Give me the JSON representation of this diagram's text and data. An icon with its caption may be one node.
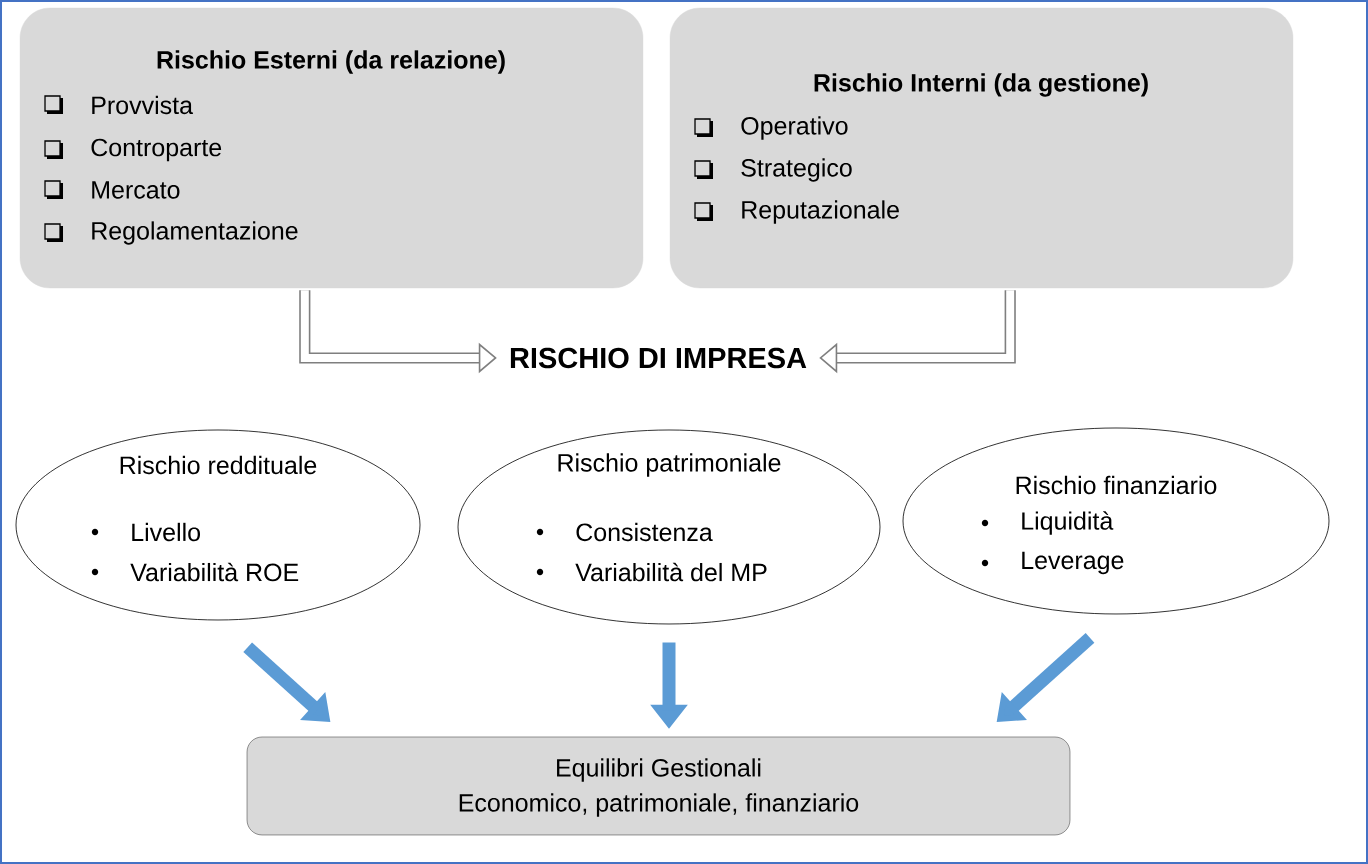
{
  "diagram": {
    "nodes": [
      {
        "text": [
          "Rischio Esterni (da relazione)",
          "Provvista",
          "Controparte",
          "Mercato",
          "Regolamentazione"
        ]
      },
      {
        "text": [
          "Rischio Interni (da gestione)",
          "Operativo",
          "Strategico",
          "Reputazionale"
        ]
      },
      {
        "text": [
          "RISCHIO DI IMPRESA"
        ]
      },
      {
        "text": [
          "Rischio reddituale",
          "Livello",
          "Variabilità ROE"
        ]
      },
      {
        "text": [
          "Rischio patrimoniale",
          "Consistenza",
          "Variabilità del MP"
        ]
      },
      {
        "text": [
          "Rischio finanziario",
          "Liquidità",
          "Leverage"
        ]
      },
      {
        "text": [
          "Equilibri Gestionali",
          "Economico, patrimoniale, finanziario"
        ]
      }
    ],
    "edges": [
      {
        "from": 0,
        "to": 2,
        "arrow": "to",
        "color": "#7f7f7f"
      },
      {
        "from": 1,
        "to": 2,
        "arrow": "to",
        "color": "#7f7f7f"
      },
      {
        "from": 3,
        "to": 6,
        "arrow": "to"
      },
      {
        "from": 4,
        "to": 6,
        "arrow": "to"
      },
      {
        "from": 5,
        "to": 6,
        "arrow": "to"
      }
    ]
  }
}
